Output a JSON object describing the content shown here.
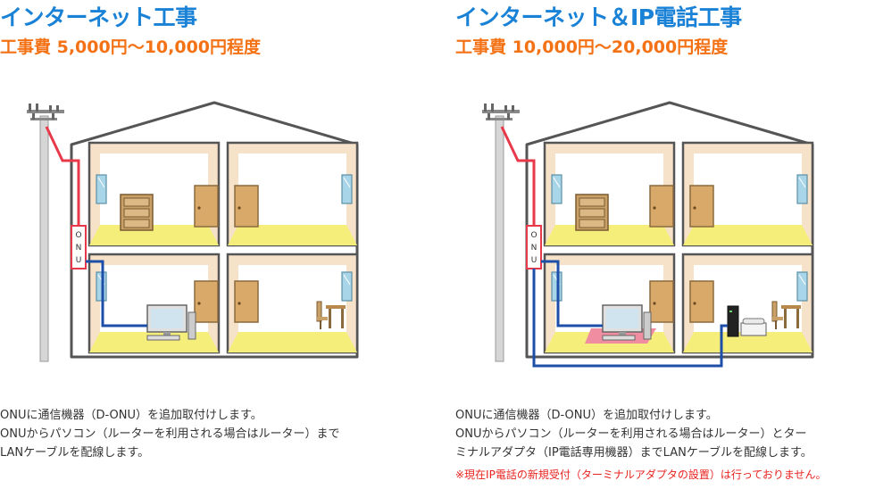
{
  "internet": {
    "title": "インターネット工事",
    "cost": "工事費 5,000円〜10,000円程度",
    "onu_label": [
      "O",
      "N",
      "U"
    ],
    "desc_lines": [
      "ONUに通信機器（D-ONU）を追加取付けします。",
      "ONUからパソコン（ルーターを利用される場合はルーター）まで",
      "LANケーブルを配線します。"
    ]
  },
  "internet_ip_phone": {
    "title": "インターネット＆IP電話工事",
    "cost": "工事費 10,000円〜20,000円程度",
    "onu_label": [
      "O",
      "N",
      "U"
    ],
    "desc_lines": [
      "ONUに通信機器（D-ONU）を追加取付けします。",
      "ONUからパソコン（ルーターを利用される場合はルーター）とター",
      "ミナルアダプタ（IP電話専用機器）までLANケーブルを配線します。"
    ],
    "note": "※現在IP電話の新規受付（ターミナルアダプタの設置）は行っておりません。"
  },
  "colors": {
    "title_blue": "#1a82d6",
    "cost_orange": "#f47216",
    "fiber_red": "#e8394a",
    "lan_blue": "#1d4fa8",
    "note_red": "#e8231f"
  }
}
